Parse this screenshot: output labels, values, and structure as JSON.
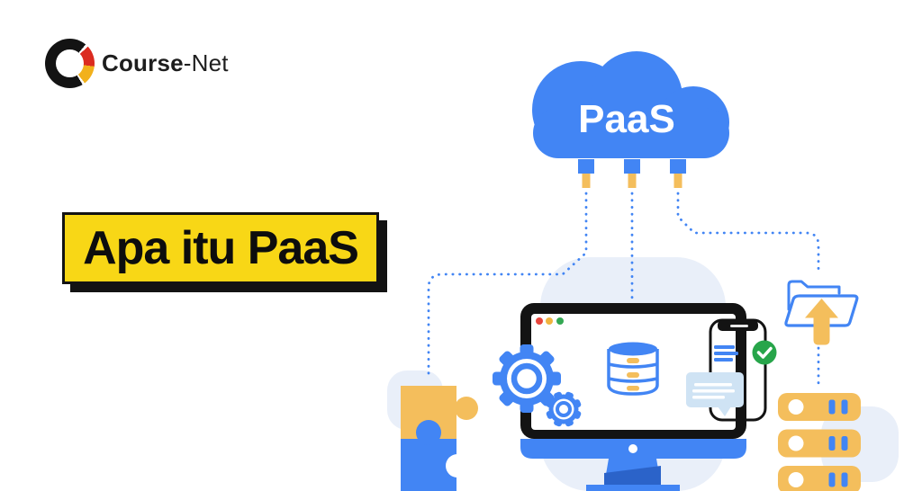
{
  "brand": {
    "name_bold": "Course",
    "name_suffix": "-Net"
  },
  "headline": {
    "text": "Apa itu PaaS"
  },
  "illustration": {
    "cloud_label": "PaaS",
    "icons": [
      "cloud-icon",
      "plug-connector-icon",
      "gear-icon",
      "database-icon",
      "monitor-icon",
      "smartphone-icon",
      "chat-bubble-icon",
      "check-badge-icon",
      "folder-upload-icon",
      "arrow-up-icon",
      "server-stack-icon",
      "puzzle-pieces-icon"
    ]
  },
  "colors": {
    "primary_blue": "#4285F4",
    "accent_yellow": "#F4BE5C",
    "headline_yellow": "#F8D716",
    "success_green": "#27A54A",
    "light_blob": "#E9EFF9",
    "bubble_blue": "#CFE3F4",
    "ink": "#131313",
    "logo_red": "#DB2B20",
    "logo_yellow": "#F2B11C",
    "traffic_red": "#E8453C",
    "traffic_yellow": "#F0B43F",
    "traffic_green": "#34A853",
    "dark_blue": "#2B63C9"
  }
}
